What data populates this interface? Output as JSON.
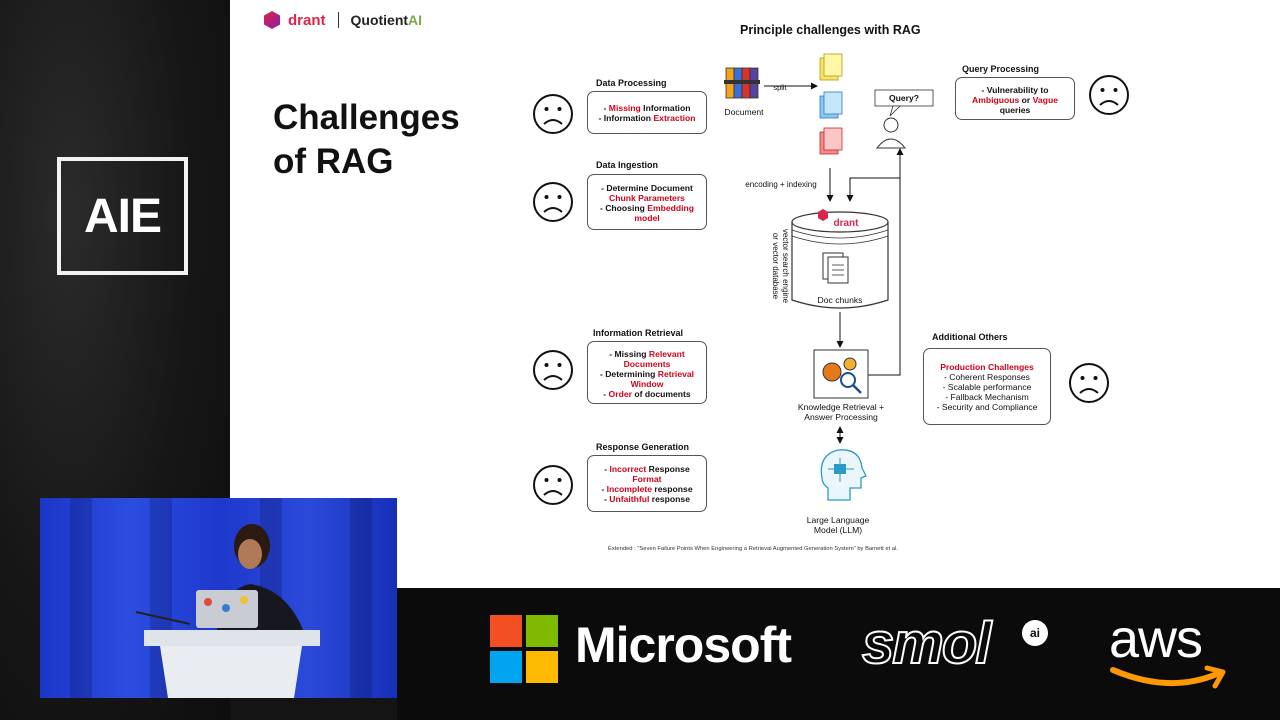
{
  "left_panel": {
    "logo_text": "AIE"
  },
  "slide": {
    "brand": {
      "qdrant": "drant",
      "quotient_a": "Quotient",
      "quotient_b": "AI"
    },
    "title_line1": "Challenges",
    "title_line2": "of RAG",
    "diagram_title": "Principle challenges with RAG",
    "sections": {
      "data_processing": {
        "title": "Data Processing",
        "lines": [
          [
            {
              "t": "- "
            },
            {
              "t": "Missing",
              "r": true
            },
            {
              "t": " Information"
            }
          ],
          [
            {
              "t": "- Information "
            },
            {
              "t": "Extraction",
              "r": true
            }
          ]
        ]
      },
      "data_ingestion": {
        "title": "Data Ingestion",
        "lines": [
          [
            {
              "t": "- Determine Document"
            }
          ],
          [
            {
              "t": "Chunk Parameters",
              "r": true
            }
          ],
          [
            {
              "t": "- Choosing "
            },
            {
              "t": "Embedding",
              "r": true
            }
          ],
          [
            {
              "t": "model",
              "r": true
            }
          ]
        ]
      },
      "information_retrieval": {
        "title": "Information Retrieval",
        "lines": [
          [
            {
              "t": "- Missing "
            },
            {
              "t": "Relevant",
              "r": true
            }
          ],
          [
            {
              "t": "Documents",
              "r": true
            }
          ],
          [
            {
              "t": "- Determining "
            },
            {
              "t": "Retrieval",
              "r": true
            }
          ],
          [
            {
              "t": "Window",
              "r": true
            }
          ],
          [
            {
              "t": "- "
            },
            {
              "t": "Order",
              "r": true
            },
            {
              "t": " of documents"
            }
          ]
        ]
      },
      "response_generation": {
        "title": "Response Generation",
        "lines": [
          [
            {
              "t": "- "
            },
            {
              "t": "Incorrect",
              "r": true
            },
            {
              "t": " Response"
            }
          ],
          [
            {
              "t": "Format",
              "r": true
            }
          ],
          [
            {
              "t": "- "
            },
            {
              "t": "Incomplete",
              "r": true
            },
            {
              "t": " response"
            }
          ],
          [
            {
              "t": "- "
            },
            {
              "t": "Unfaithful",
              "r": true
            },
            {
              "t": " response"
            }
          ]
        ]
      },
      "query_processing": {
        "title": "Query Processing",
        "lines": [
          [
            {
              "t": "- Vulnerability to"
            }
          ],
          [
            {
              "t": "Ambiguous",
              "r": true
            },
            {
              "t": " or "
            },
            {
              "t": "Vague",
              "r": true
            }
          ],
          [
            {
              "t": "queries"
            }
          ]
        ]
      },
      "additional_others": {
        "title": "Additional Others",
        "lines": [
          [
            {
              "t": "Production Challenges",
              "r": true
            }
          ],
          [
            {
              "t": "- Coherent Responses",
              "n": true
            }
          ],
          [
            {
              "t": "- Scalable performance",
              "n": true
            }
          ],
          [
            {
              "t": "- Fallback Mechanism",
              "n": true
            }
          ],
          [
            {
              "t": "- Security and Compliance",
              "n": true
            }
          ]
        ]
      }
    },
    "flow": {
      "document_label": "Document",
      "split_label": "split",
      "query_label": "Query?",
      "encoding_label": "encoding + indexing",
      "db_brand": "drant",
      "doc_chunks_label": "Doc chunks",
      "vector_label_1": "vector search engine",
      "vector_label_2": "or vector database",
      "kr_label_1": "Knowledge Retrieval +",
      "kr_label_2": "Answer Processing",
      "llm_label_1": "Large Language",
      "llm_label_2": "Model (LLM)"
    },
    "footnote": "Extended : \"Seven Failure Points When Engineering a Retrieval Augmented Generation System\" by Barnett et al."
  },
  "sponsors": {
    "microsoft": "Microsoft",
    "smol": "smol",
    "smol_ai": "ai",
    "aws": "aws"
  },
  "colors": {
    "accent_red": "#d0021b",
    "qdrant": "#dc244c",
    "slide_bg": "#ffffff",
    "stage_blue": "#2440d6"
  }
}
